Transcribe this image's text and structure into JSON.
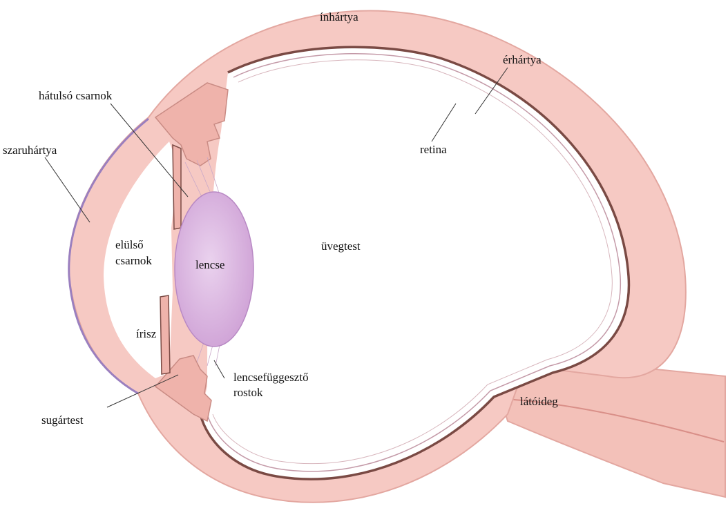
{
  "labels": {
    "sclera": "ínhártya",
    "choroid": "érhártya",
    "retina": "retina",
    "posterior_chamber": "hátulsó csarnok",
    "cornea": "szaruhártya",
    "anterior_chamber_line1": "elülső",
    "anterior_chamber_line2": "csarnok",
    "lens": "lencse",
    "vitreous_body": "üvegtest",
    "iris": "írisz",
    "zonular_fibers_line1": "lencsefüggesztő",
    "zonular_fibers_line2": "rostok",
    "ciliary_body": "sugártest",
    "optic_nerve": "látóideg"
  },
  "colors": {
    "sclera_fill": "#f6c9c3",
    "sclera_stroke": "#e3a7a0",
    "choroid_line": "#7a4a44",
    "retina_line": "#c49aa8",
    "cornea_edge": "#9a7fbf",
    "lens_fill": "#d9b4de",
    "lens_edge": "#b889c4",
    "nerve_fill": "#f3c1b9",
    "leader_line": "#333333"
  }
}
